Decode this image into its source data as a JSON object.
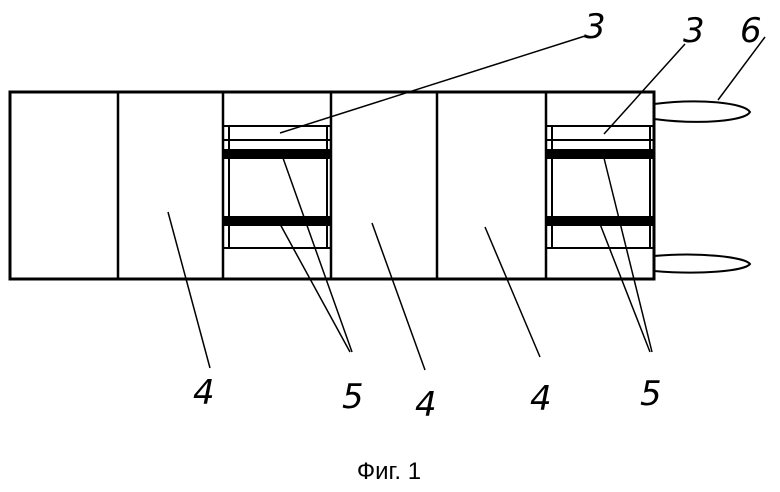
{
  "labels": {
    "label_3_left": "3",
    "label_3_right": "3",
    "label_6": "6",
    "label_4_a": "4",
    "label_5_left": "5",
    "label_4_b": "4",
    "label_4_c": "4",
    "label_5_right": "5"
  },
  "caption": "Фиг. 1",
  "colors": {
    "ink": "#000000",
    "background": "#ffffff"
  }
}
